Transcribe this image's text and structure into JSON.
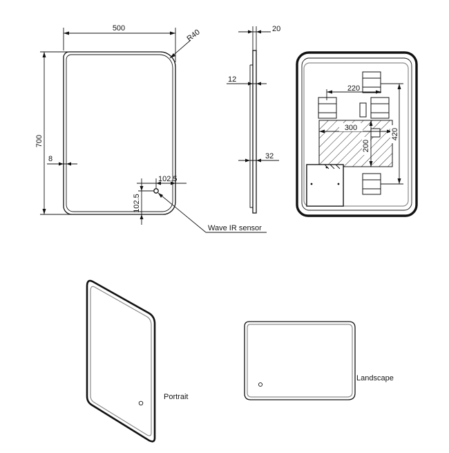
{
  "front_view": {
    "width_label": "500",
    "height_label": "700",
    "radius_label": "R40",
    "frame_label": "8",
    "sensor_x_label": "102.5",
    "sensor_y_label": "102.5",
    "sensor_callout": "Wave IR sensor"
  },
  "side_view": {
    "top_label": "20",
    "mid_label": "12",
    "bottom_label": "32"
  },
  "back_view": {
    "label_220": "220",
    "label_300": "300",
    "label_200": "200",
    "label_420": "420"
  },
  "perspective_views": {
    "portrait_label": "Portrait",
    "landscape_label": "Landscape"
  },
  "colors": {
    "line": "#111111",
    "background": "#ffffff",
    "muted": "#8a8a8a"
  }
}
